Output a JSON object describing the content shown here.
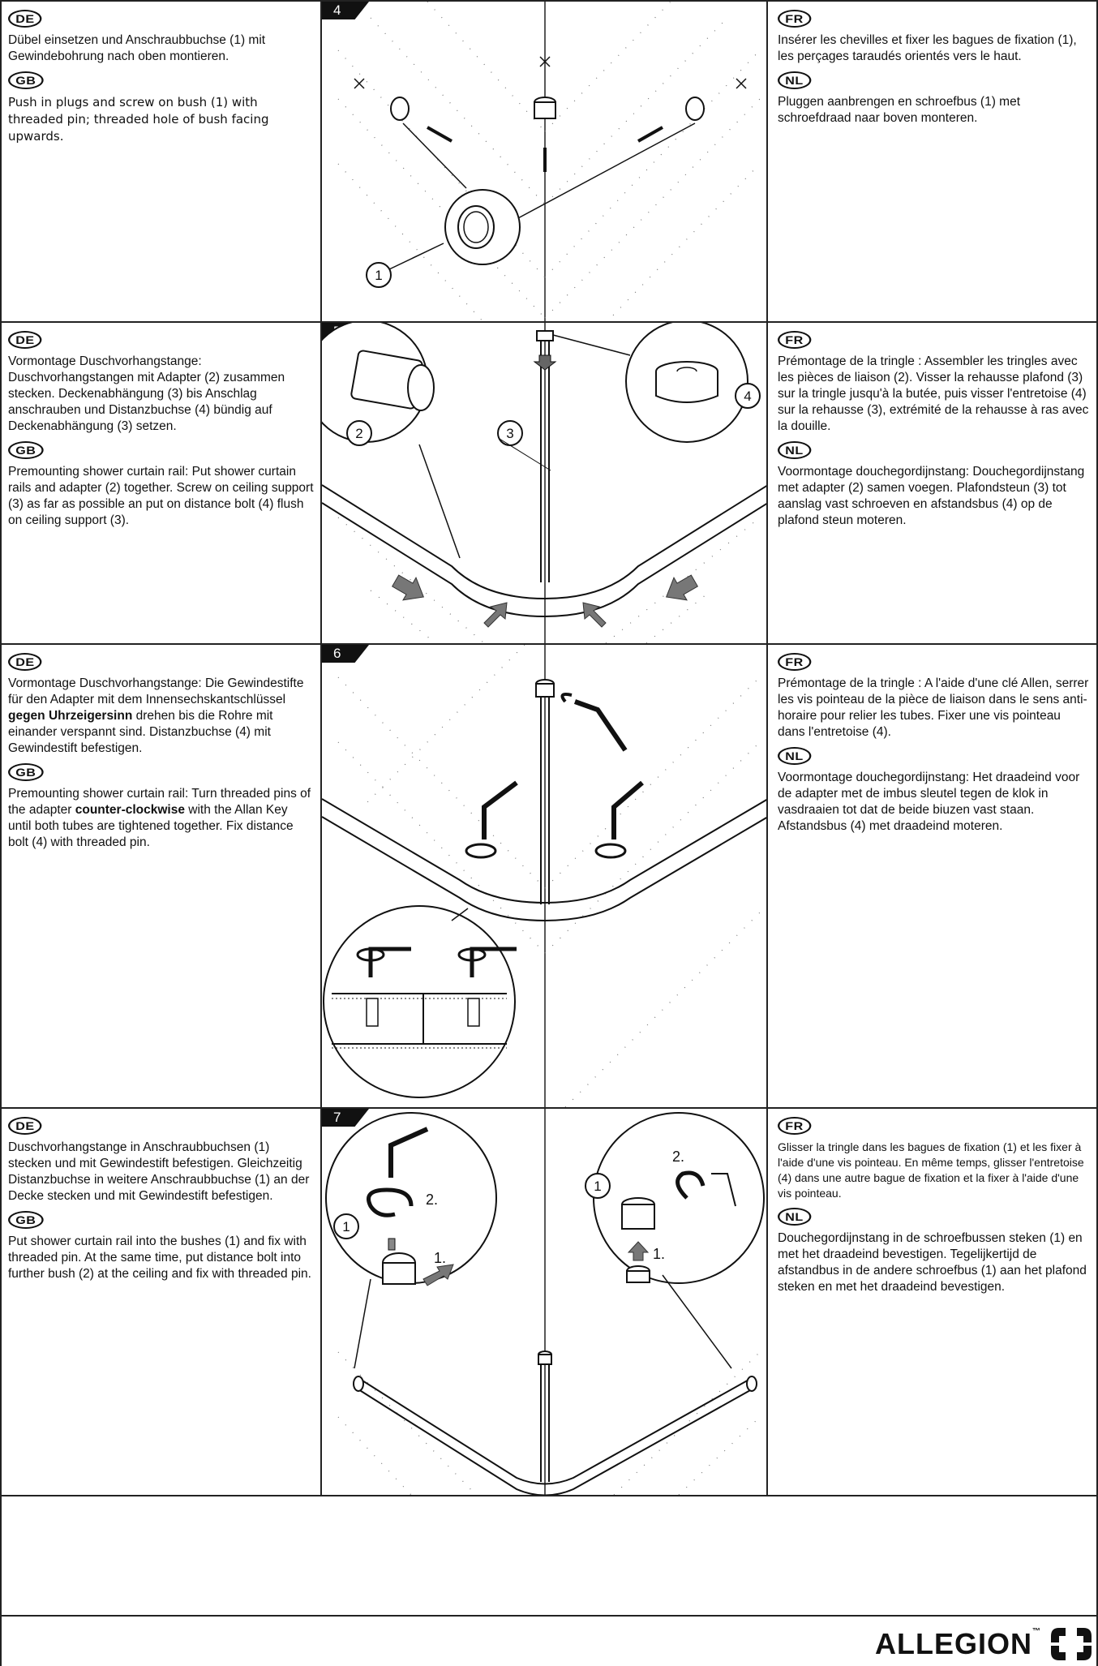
{
  "steps": [
    {
      "number": "4",
      "de_code": "DE",
      "de_text": "Dübel einsetzen und Anschraubbuchse (1) mit Gewindebohrung nach oben montieren.",
      "gb_code": "GB",
      "gb_text": "Push in plugs and screw on bush (1) with threaded pin; threaded hole of bush facing upwards.",
      "fr_code": "FR",
      "fr_text": "Insérer les chevilles et fixer les bagues de fixation (1), les perçages taraudés orientés vers le haut.",
      "nl_code": "NL",
      "nl_text": "Pluggen aanbrengen en schroefbus (1) met schroefdraad naar boven monteren.",
      "callouts": [
        "1"
      ]
    },
    {
      "number": "5",
      "de_code": "DE",
      "de_text": "Vormontage Duschvorhangstange: Duschvorhangstangen mit Adapter (2) zusammen stecken. Deckenabhängung (3) bis Anschlag anschrauben und Distanzbuchse (4) bündig auf Deckenabhängung (3) setzen.",
      "gb_code": "GB",
      "gb_text": "Premounting shower curtain rail: Put shower curtain rails and adapter (2) together. Screw on ceiling support (3) as far as possible an put on distance bolt (4) flush on ceiling support (3).",
      "fr_code": "FR",
      "fr_text": "Prémontage de la tringle : Assembler les tringles avec les pièces de liaison (2). Visser la rehausse plafond (3) sur la tringle jusqu'à la butée, puis visser l'entretoise (4) sur la rehausse (3), extrémité de la rehausse à ras avec la douille.",
      "nl_code": "NL",
      "nl_text": "Voormontage douchegordijnstang: Douchegordijnstang met adapter (2) samen voegen. Plafondsteun (3) tot aanslag vast schroeven en afstandsbus (4) op de plafond steun moteren.",
      "callouts": [
        "2",
        "3",
        "4"
      ]
    },
    {
      "number": "6",
      "de_code": "DE",
      "de_text_a": "Vormontage Duschvorhangstange: Die Gewindestifte für den Adapter mit dem Innensechskantschlüssel ",
      "de_text_bold": "gegen Uhrzeigersinn",
      "de_text_b": " drehen bis die Rohre mit einander verspannt sind. Distanzbuchse (4) mit Gewindestift befestigen.",
      "gb_code": "GB",
      "gb_text_a": "Premounting shower curtain rail: Turn threaded pins of the adapter ",
      "gb_text_bold": "counter-clockwise",
      "gb_text_b": " with the Allan Key until both tubes are tightened together. Fix distance bolt (4) with threaded pin.",
      "fr_code": "FR",
      "fr_text": "Prémontage de la tringle : A l'aide d'une clé Allen, serrer les vis pointeau de la pièce de liaison dans le sens anti-horaire pour relier les tubes. Fixer une vis pointeau dans l'entretoise (4).",
      "nl_code": "NL",
      "nl_text": "Voormontage douchegordijnstang: Het draadeind voor de adapter met de imbus sleutel tegen de klok in vasdraaien tot dat de beide biuzen vast staan. Afstandsbus (4) met draadeind moteren."
    },
    {
      "number": "7",
      "de_code": "DE",
      "de_text": "Duschvorhangstange in Anschraubbuchsen (1) stecken und mit Gewindestift befestigen. Gleichzeitig Distanzbuchse in weitere Anschraubbuchse (1) an der Decke stecken und mit Gewindestift befestigen.",
      "gb_code": "GB",
      "gb_text": "Put shower curtain rail into the bushes (1) and fix with threaded pin. At the same time, put distance bolt into further bush (2) at the ceiling and fix with threaded pin.",
      "fr_code": "FR",
      "fr_text": "Glisser la tringle dans les bagues de fixation (1) et les fixer à l'aide d'une vis pointeau. En même temps, glisser l'entretoise (4) dans une autre bague de fixation et la fixer à l'aide d'une vis pointeau.",
      "nl_code": "NL",
      "nl_text": "Douchegordijnstang in de schroefbussen steken (1) en met het draadeind bevestigen. Tegelijkertijd de afstandbus in de andere schroefbus (1) aan het plafond steken en met het draadeind bevestigen.",
      "callouts": [
        "1",
        "2.",
        "1.",
        "1",
        "2.",
        "1."
      ]
    }
  ],
  "footer": {
    "brand": "ALLEGION",
    "tm": "™"
  }
}
